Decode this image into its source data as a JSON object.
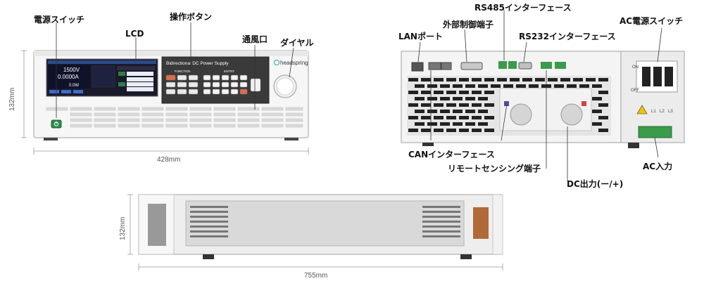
{
  "front": {
    "power_switch": "電源スイッチ",
    "lcd": "LCD",
    "buttons": "操作ボタン",
    "vent": "通風口",
    "dial": "ダイヤル",
    "height": "132mm",
    "width": "428mm",
    "panel_title": "Bidirectional DC Power Supply",
    "function_label": "FUNCTION",
    "entry_label": "ENTRY",
    "brand": "headspring",
    "screen": {
      "voltage": "1500V",
      "current": "0.0000A",
      "power": "0.0W"
    }
  },
  "rear": {
    "lan": "LANポート",
    "ext_control": "外部制御端子",
    "rs485": "RS485インターフェース",
    "rs232": "RS232インターフェース",
    "ac_switch": "AC電源スイッチ",
    "can": "CANインターフェース",
    "remote_sense": "リモートセンシング端子",
    "dc_output": "DC出力(ー/+)",
    "ac_input": "AC入力",
    "on_label": "ON",
    "off_label": "OFF",
    "phase_labels": [
      "L1",
      "L2",
      "L3"
    ]
  },
  "side": {
    "height": "132mm",
    "length": "755mm"
  }
}
